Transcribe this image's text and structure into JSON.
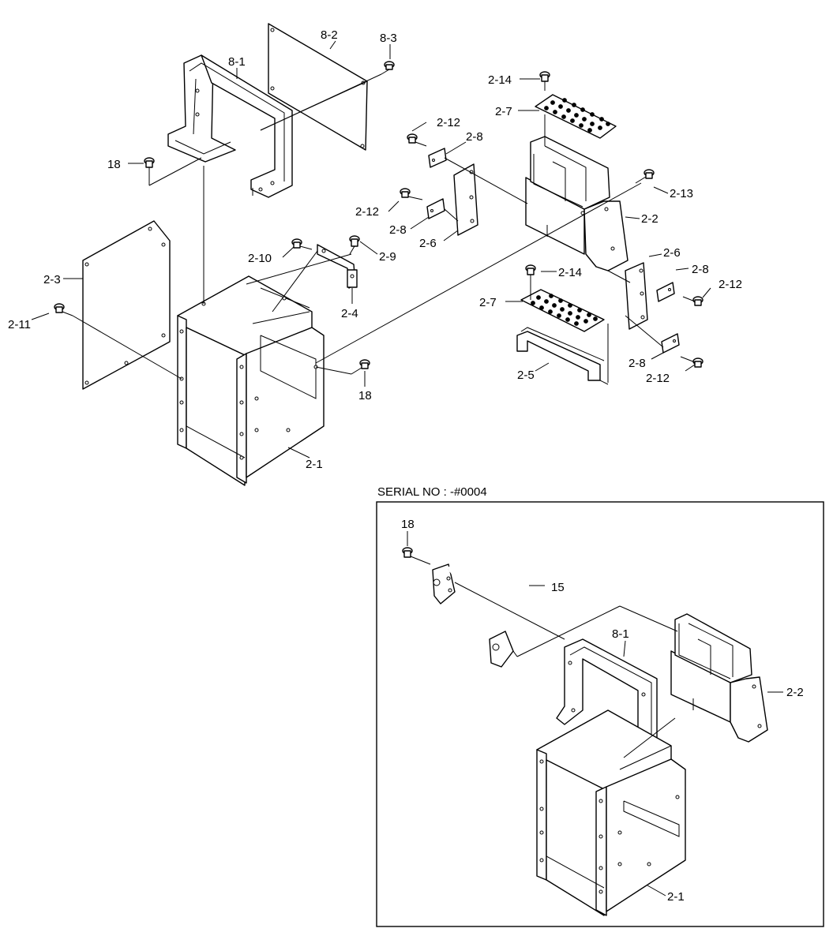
{
  "serial_title": "SERIAL NO : -#0004",
  "labels": {
    "l_8_2": "8-2",
    "l_8_3": "8-3",
    "l_8_1": "8-1",
    "l_18_a": "18",
    "l_2_14_a": "2-14",
    "l_2_7_a": "2-7",
    "l_2_12_a": "2-12",
    "l_2_8_a": "2-8",
    "l_2_13": "2-13",
    "l_2_2_a": "2-2",
    "l_2_12_b": "2-12",
    "l_2_8_b": "2-8",
    "l_2_6_a": "2-6",
    "l_2_6_b": "2-6",
    "l_2_8_c": "2-8",
    "l_2_12_c": "2-12",
    "l_2_14_b": "2-14",
    "l_2_7_b": "2-7",
    "l_2_10": "2-10",
    "l_2_9": "2-9",
    "l_2_3": "2-3",
    "l_2_4": "2-4",
    "l_2_11": "2-11",
    "l_18_b": "18",
    "l_2_5": "2-5",
    "l_2_8_d": "2-8",
    "l_2_12_d": "2-12",
    "l_2_1_a": "2-1",
    "l_18_c": "18",
    "l_15": "15",
    "l_8_1_b": "8-1",
    "l_2_2_b": "2-2",
    "l_2_1_b": "2-1"
  }
}
